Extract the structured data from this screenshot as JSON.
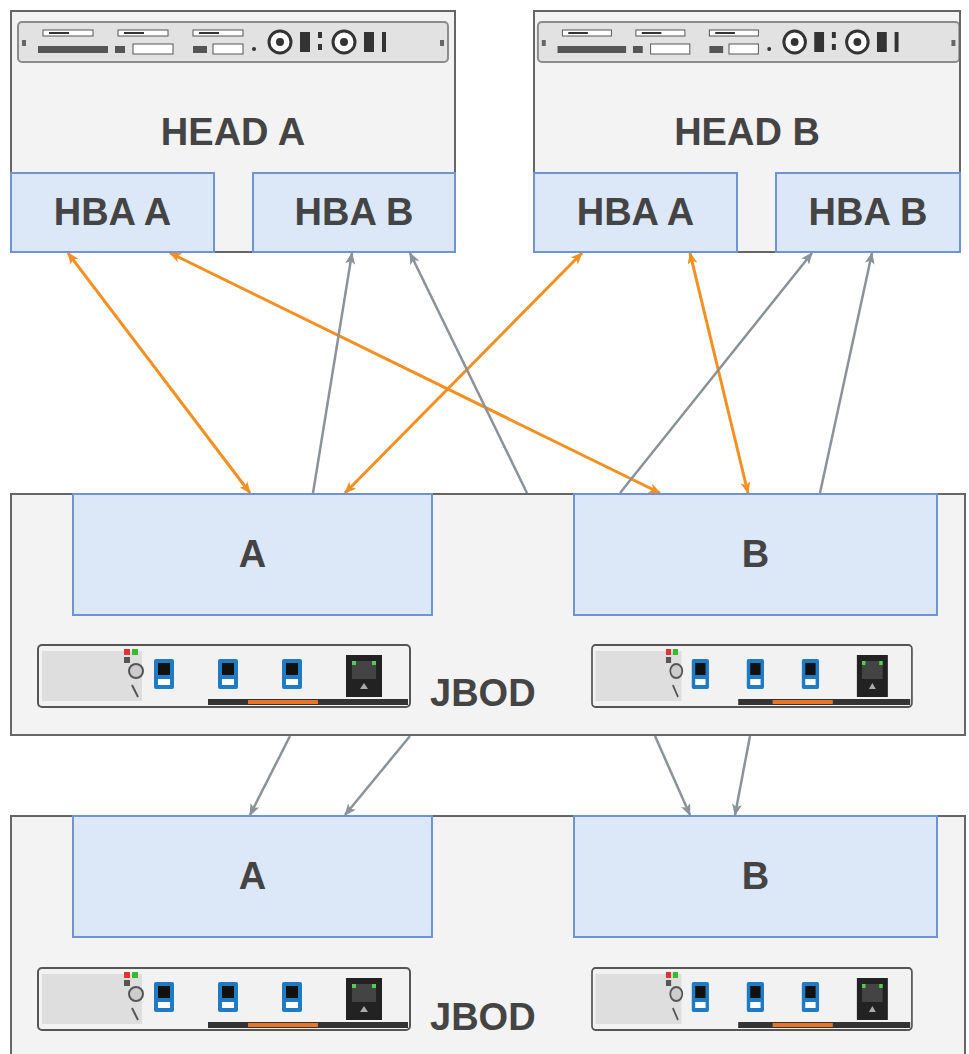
{
  "diagram": {
    "nodes": [
      {
        "text": [
          "HEAD A"
        ]
      },
      {
        "text": [
          "HBA A"
        ],
        "in": 0
      },
      {
        "text": [
          "HBA B"
        ],
        "in": 0
      },
      {
        "text": [
          "HEAD B"
        ]
      },
      {
        "text": [
          "HBA A"
        ],
        "in": 3
      },
      {
        "text": [
          "HBA B"
        ],
        "in": 3
      },
      {
        "text": [
          "JBOD"
        ]
      },
      {
        "text": [
          "A"
        ],
        "in": 6
      },
      {
        "text": [
          "B"
        ],
        "in": 6
      },
      {
        "text": [
          "JBOD"
        ]
      },
      {
        "text": [
          "A"
        ],
        "in": 9
      },
      {
        "text": [
          "B"
        ],
        "in": 9
      }
    ],
    "edges": [
      {
        "from": 1,
        "to": 7,
        "arrow": "both"
      },
      {
        "from": 1,
        "to": 8,
        "arrow": "both"
      },
      {
        "from": 4,
        "to": 7,
        "arrow": "both"
      },
      {
        "from": 4,
        "to": 8,
        "arrow": "both"
      },
      {
        "from": 7,
        "to": 2,
        "arrow": "to"
      },
      {
        "from": 6,
        "to": 2,
        "arrow": "to"
      },
      {
        "from": 8,
        "to": 5,
        "arrow": "to"
      },
      {
        "from": 8,
        "to": 5,
        "arrow": "to"
      },
      {
        "from": 6,
        "to": 10,
        "arrow": "to"
      },
      {
        "from": 6,
        "to": 10,
        "arrow": "to"
      },
      {
        "from": 6,
        "to": 11,
        "arrow": "to"
      },
      {
        "from": 6,
        "to": 11,
        "arrow": "to"
      }
    ]
  }
}
